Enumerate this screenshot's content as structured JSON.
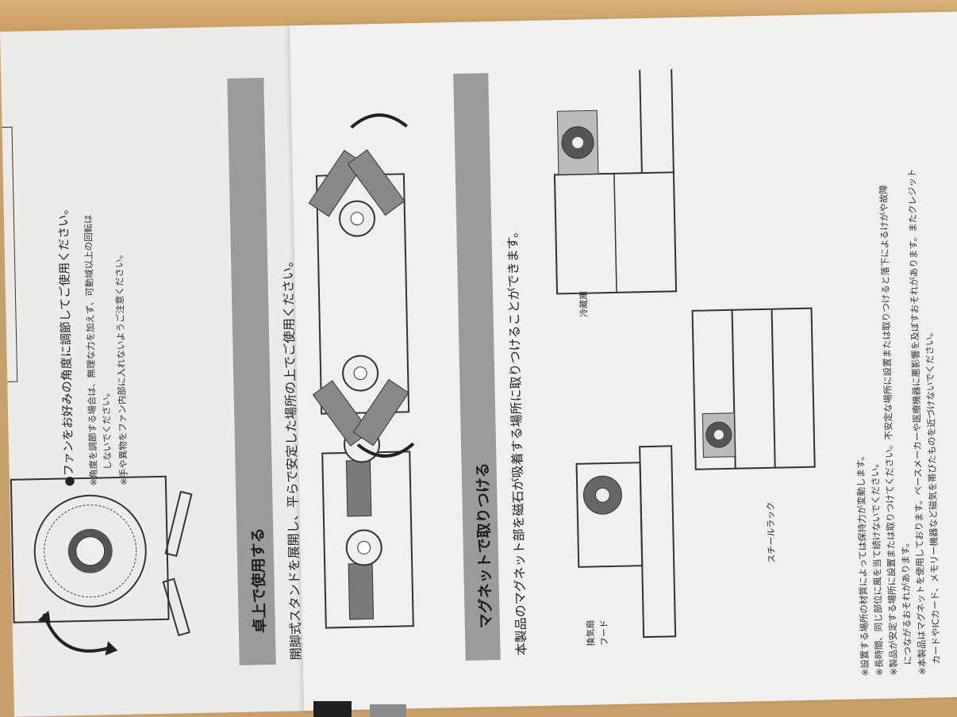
{
  "left_panel": {
    "bullet": "●ファンをお好みの角度に調節してご使用ください。",
    "note1a": "※角度を調節する場合は、無理な力を加えず、可動域以上の回転は",
    "note1b": "しないでください。",
    "note2": "※手や異物をファン内部に入れないようご注意ください。"
  },
  "section_desk": {
    "heading": "卓上で使用する",
    "text": "開脚式スタンドを展開し、平らで安定した場所の上でご使用ください。"
  },
  "section_magnet": {
    "heading": "マグネットで取りつける",
    "text": "本製品のマグネット部を磁石が吸着する場所に取りつけることができます。",
    "captions": {
      "hood_1": "換気扇",
      "hood_2": "フード",
      "steel_rack": "スチールラック",
      "fridge": "冷蔵庫"
    }
  },
  "notes": [
    "※設置する場所の材質によっては保持力が変動します。",
    "※長時間、同じ部位に風を当て続けないでください。",
    "※製品が安定する場所に設置または取りつけてください。不安定な場所に設置または取りつけると落下によるけがや故障",
    "につながるおそれがあります。",
    "※本製品はマグネットを使用しております。ペースメーカーや医療機器に悪影響を及ぼすおそれがあります。またクレジット",
    "カードやICカード、メモリー機器など磁気を帯びたものを近づけないでください。"
  ],
  "colors": {
    "band": "#9b9b9b",
    "paper": "#ecebe8",
    "wood": "#c99d62"
  }
}
